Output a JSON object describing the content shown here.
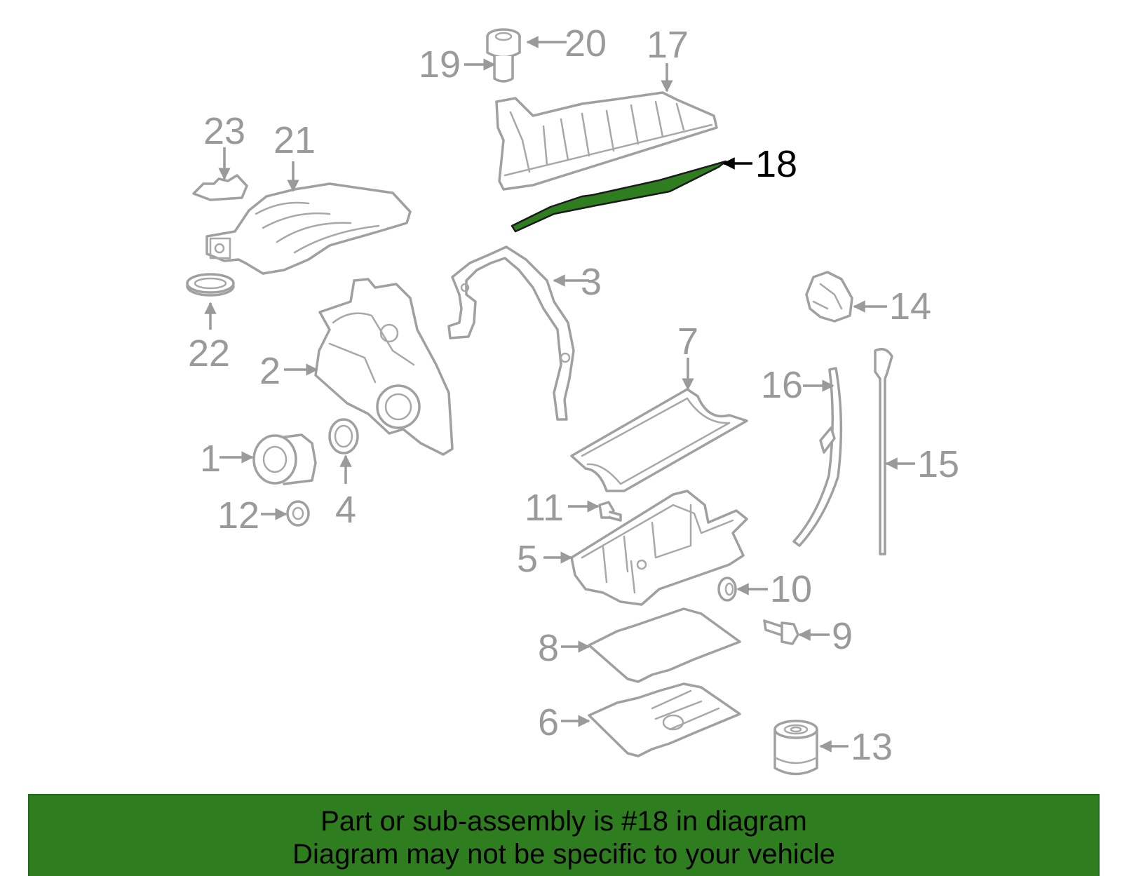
{
  "diagram": {
    "highlight_part": "18",
    "highlight_color": "#2e7d1e",
    "line_color": "#a0a0a0",
    "callouts": [
      "1",
      "2",
      "3",
      "4",
      "5",
      "6",
      "7",
      "8",
      "9",
      "10",
      "11",
      "12",
      "13",
      "14",
      "15",
      "16",
      "17",
      "18",
      "19",
      "20",
      "21",
      "22",
      "23"
    ]
  },
  "caption": {
    "background": "#2e7d1e",
    "line1": "Part or sub-assembly is #18 in diagram",
    "line2": "Diagram may not be specific to your vehicle"
  }
}
